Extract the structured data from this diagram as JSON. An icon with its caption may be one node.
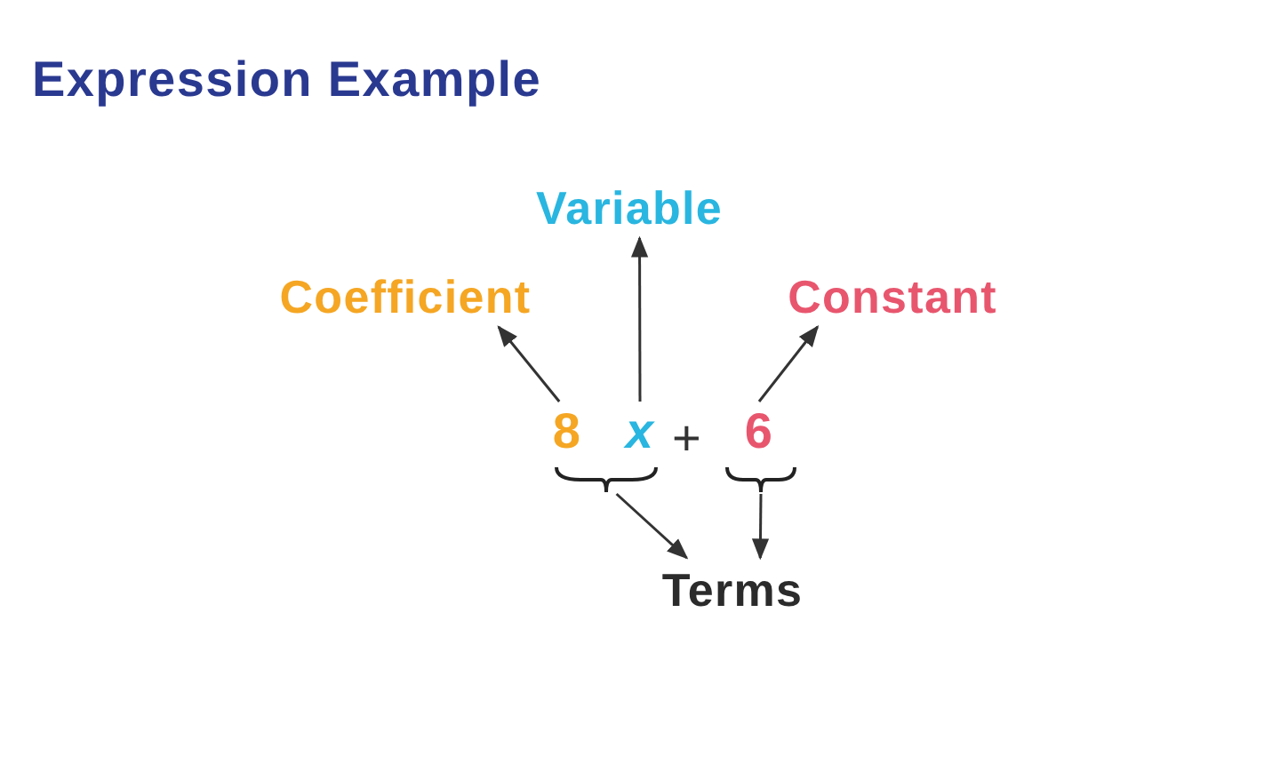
{
  "diagram": {
    "title": "Expression Example",
    "nodes": [
      {
        "text": [
          "Coefficient"
        ]
      },
      {
        "text": [
          "Variable"
        ]
      },
      {
        "text": [
          "Constant"
        ]
      },
      {
        "text": [
          "8"
        ]
      },
      {
        "text": [
          "x"
        ]
      },
      {
        "text": [
          "6"
        ]
      },
      {
        "text": [],
        "shape": "brace"
      },
      {
        "text": [],
        "shape": "brace"
      },
      {
        "text": [
          "Terms"
        ]
      }
    ],
    "edges": [
      {
        "from": 3,
        "to": 0,
        "arrow": "to"
      },
      {
        "from": 4,
        "to": 1,
        "arrow": "to"
      },
      {
        "from": 5,
        "to": 2,
        "arrow": "to"
      },
      {
        "from": 6,
        "to": 8,
        "arrow": "to"
      },
      {
        "from": 7,
        "to": 8,
        "arrow": "to"
      }
    ],
    "labels": [
      "+"
    ]
  }
}
